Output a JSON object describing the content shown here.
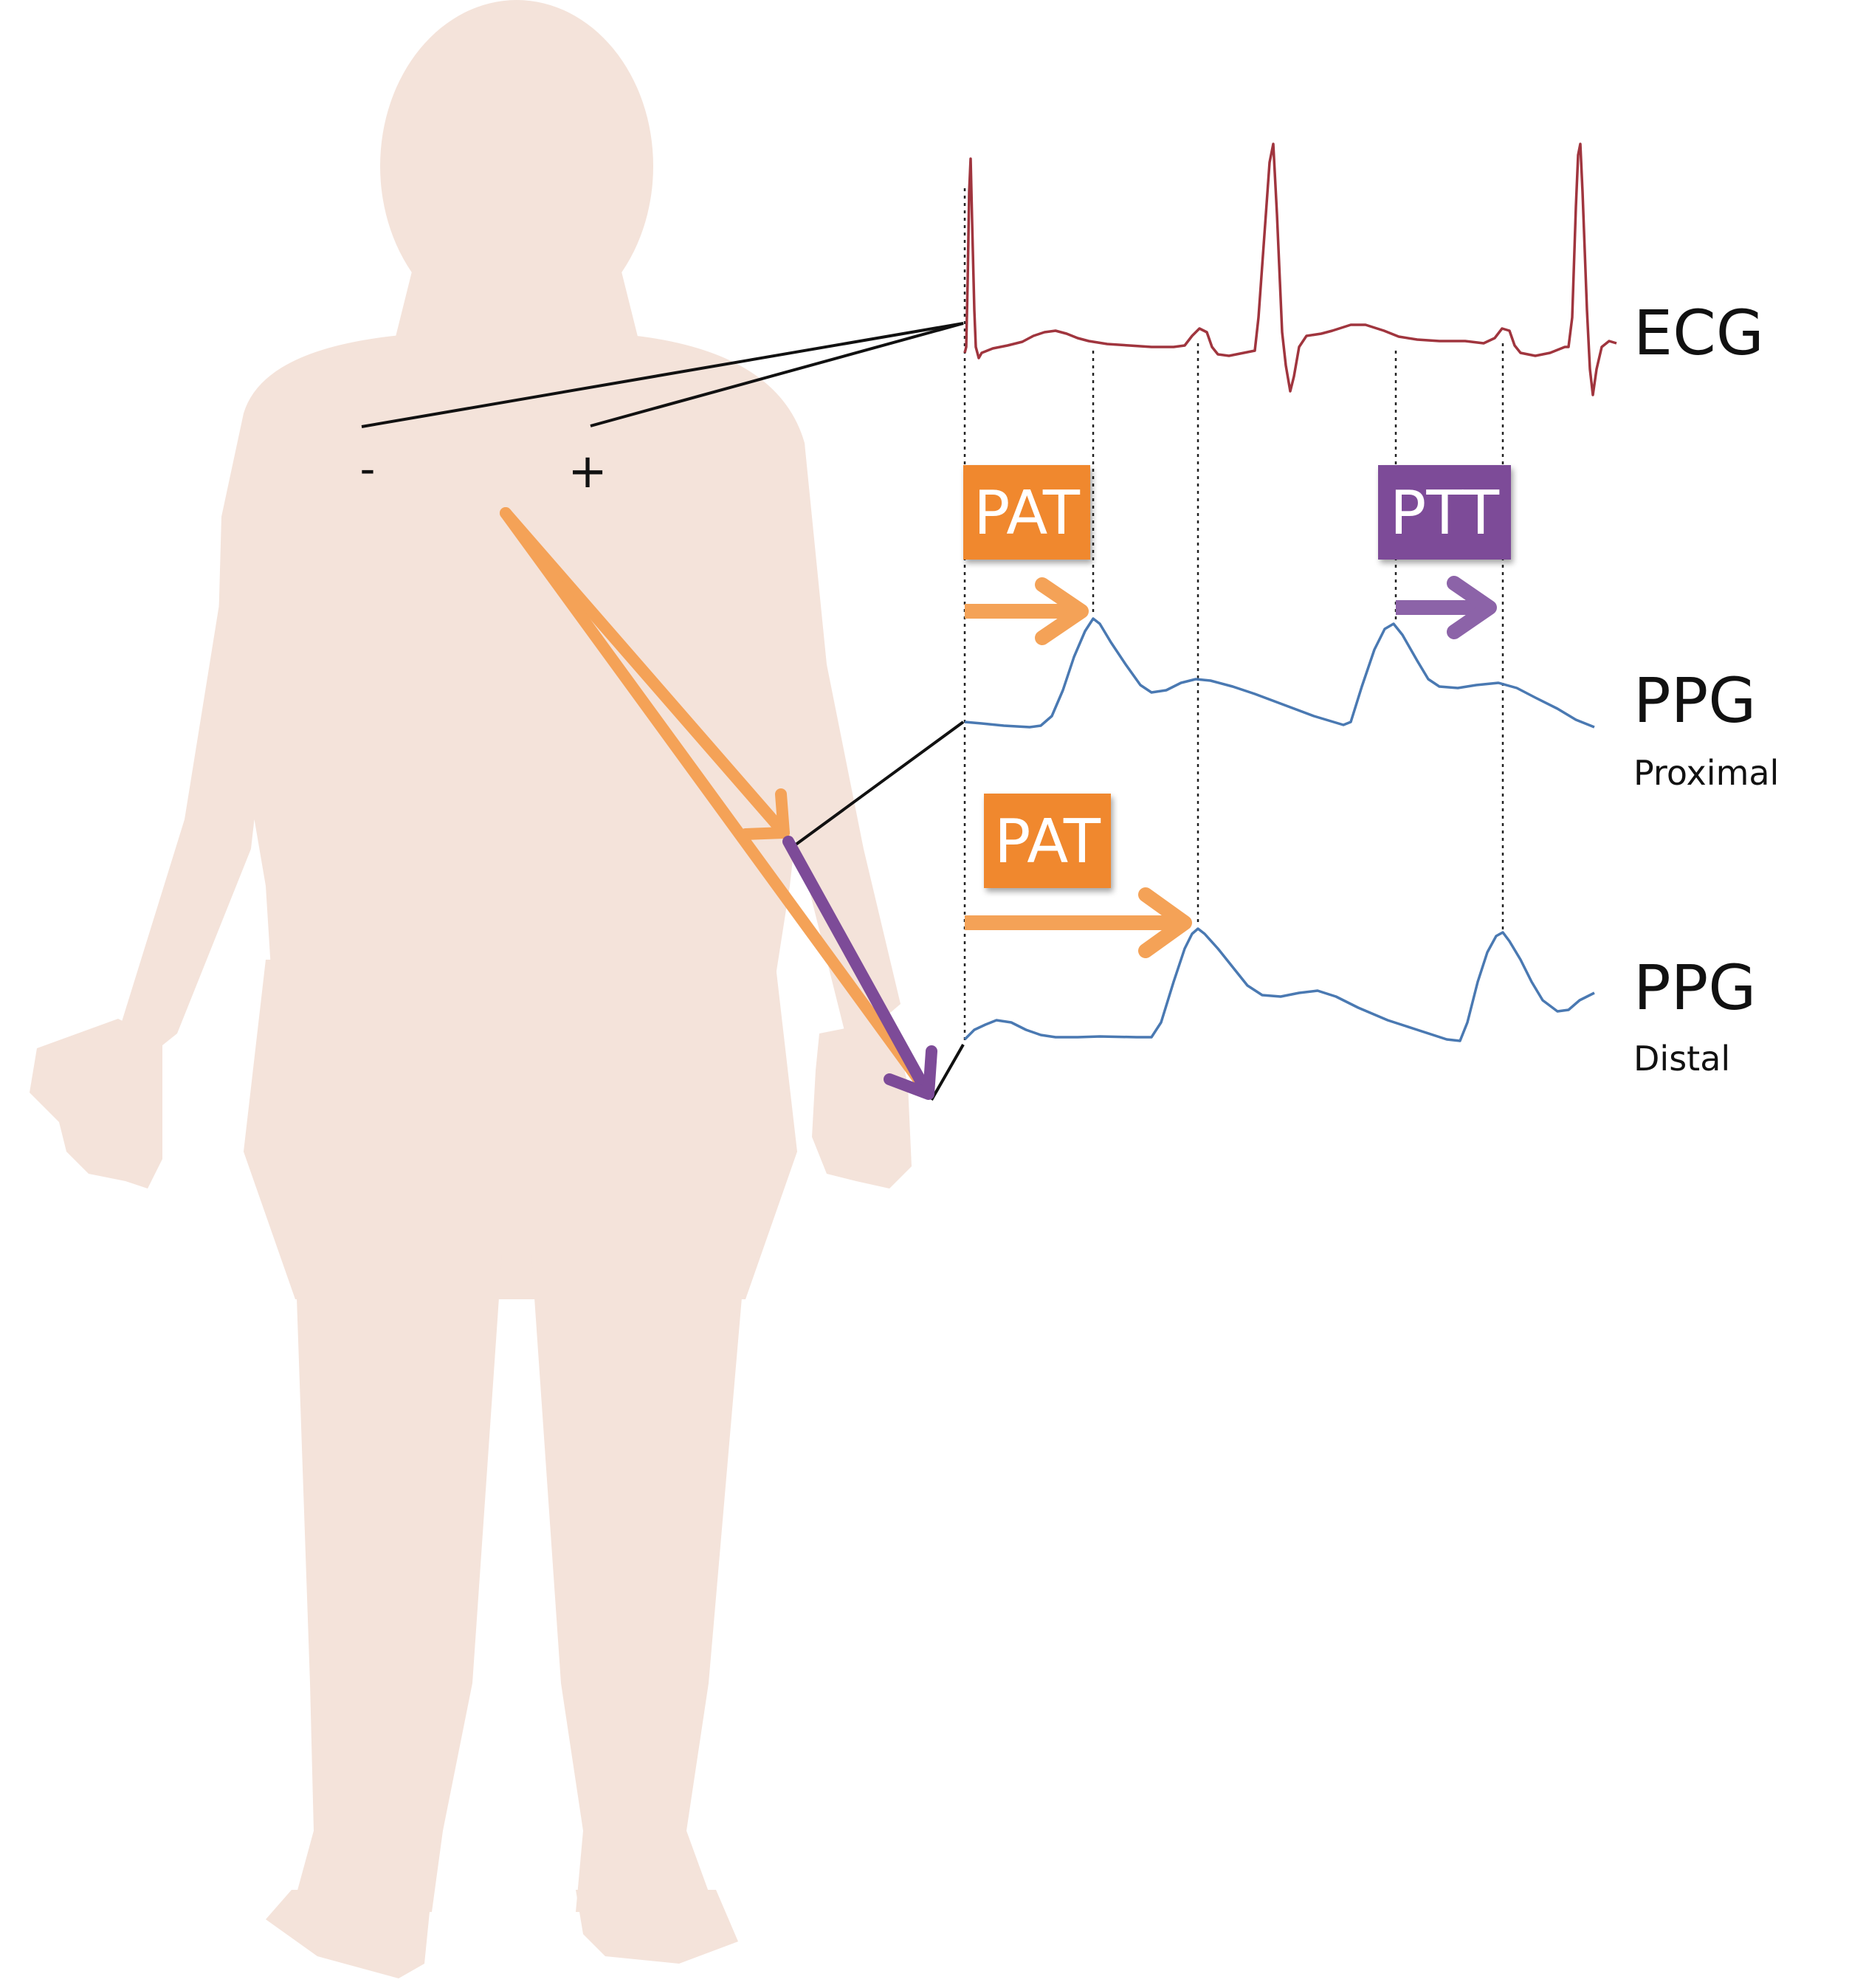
{
  "colors": {
    "body": "#f4e3da",
    "ecg": "#a0353e",
    "ppg": "#4a79b2",
    "pat": "#f0882e",
    "pat_arrow": "#f4a257",
    "ptt": "#7d4b98",
    "ptt_arrow": "#8c63a8",
    "leads": "#111111",
    "guides": "#222222",
    "label": "#111111"
  },
  "electrodes": {
    "negative": "-",
    "positive": "+"
  },
  "signals": {
    "ecg": {
      "label": "ECG"
    },
    "ppg_proximal": {
      "label": "PPG",
      "sublabel": "Proximal"
    },
    "ppg_distal": {
      "label": "PPG",
      "sublabel": "Distal"
    }
  },
  "badges": {
    "pat_proximal": "PAT",
    "ptt": "PTT",
    "pat_distal": "PAT"
  },
  "icons": {
    "figure": "human-silhouette-icon"
  }
}
